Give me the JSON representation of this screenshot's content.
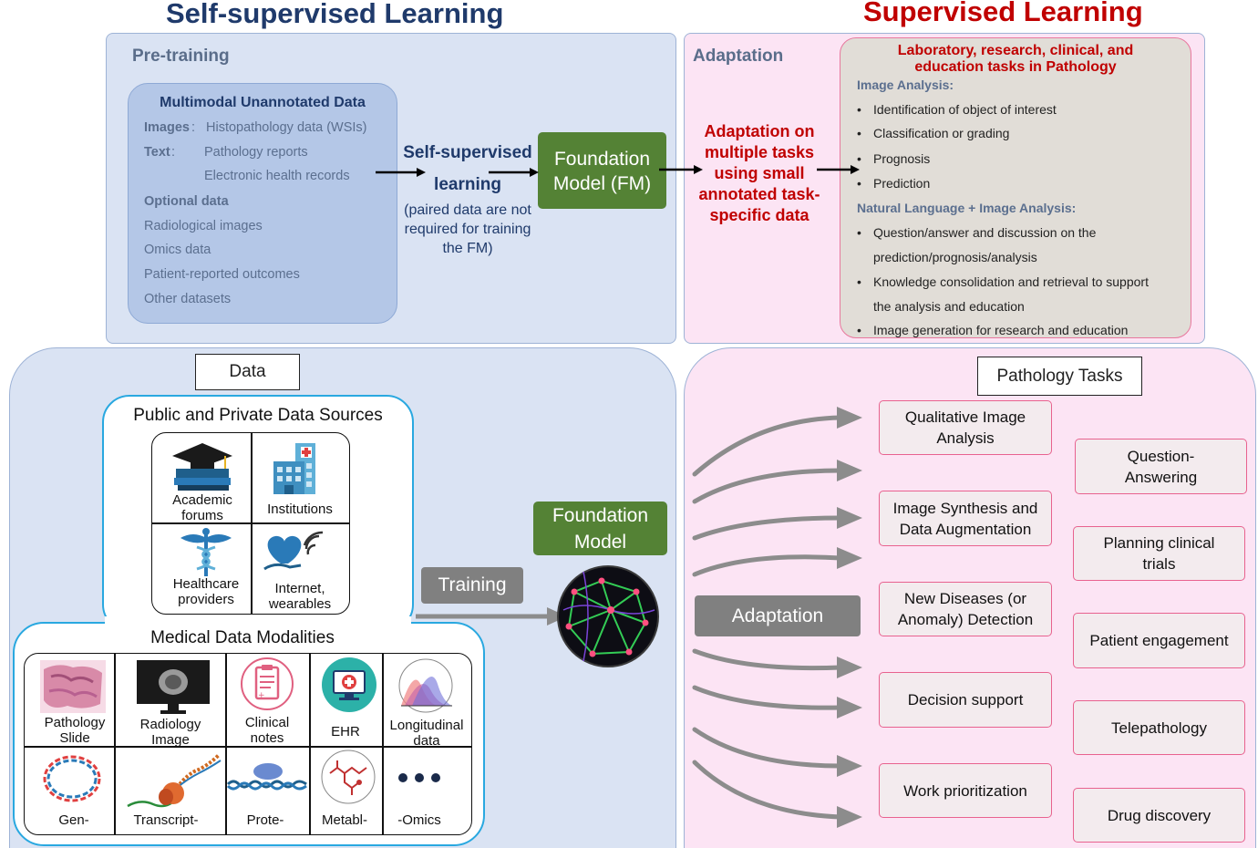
{
  "titles": {
    "self_supervised": "Self-supervised Learning",
    "supervised": "Supervised Learning"
  },
  "pretraining": {
    "label": "Pre-training",
    "multimodal": {
      "title": "Multimodal Unannotated Data",
      "images_key": "Images",
      "images_colon": ":",
      "images_val": "Histopathology data (WSIs)",
      "text_key": "Text",
      "text_colon": ":",
      "text_val1": "Pathology reports",
      "text_val2": "Electronic health records",
      "optional_title": "Optional data",
      "optional_items": [
        "Radiological images",
        "Omics data",
        "Patient-reported outcomes",
        "Other datasets"
      ]
    },
    "ssl_line1": "Self-supervised",
    "ssl_line2": "learning",
    "ssl_sub": [
      "(paired data are not",
      "required for training",
      "the FM)"
    ],
    "fm_line1": "Foundation",
    "fm_line2": "Model (FM)"
  },
  "adaptation": {
    "label": "Adaptation",
    "red_text": [
      "Adaptation on",
      "multiple tasks",
      "using small",
      "annotated task-",
      "specific data"
    ],
    "tasks_title": [
      "Laboratory, research, clinical, and",
      "education tasks in Pathology"
    ],
    "image_analysis_head": "Image Analysis:",
    "image_analysis_items": [
      "Identification of object of interest",
      "Classification or grading",
      "Prognosis",
      "Prediction"
    ],
    "nl_head": "Natural Language + Image Analysis:",
    "nl_items": [
      [
        "Question/answer and discussion on the",
        "prediction/prognosis/analysis"
      ],
      [
        "Knowledge consolidation and retrieval to support",
        "the analysis and education"
      ],
      [
        "Image generation for research and education"
      ]
    ],
    "bullet": "•"
  },
  "data_section": {
    "label": "Data",
    "sources_title": "Public and Private Data Sources",
    "sources": [
      {
        "line1": "Academic",
        "line2": "forums",
        "icon": "graduation-cap-icon"
      },
      {
        "line1": "Institutions",
        "line2": "",
        "icon": "hospital-building-icon"
      },
      {
        "line1": "Healthcare",
        "line2": "providers",
        "icon": "caduceus-icon"
      },
      {
        "line1": "Internet,",
        "line2": "wearables",
        "icon": "heart-wifi-icon"
      }
    ],
    "modalities_title": "Medical Data Modalities",
    "modalities_row1": [
      {
        "line1": "Pathology",
        "line2": "Slide",
        "icon": "pathology-slide-icon"
      },
      {
        "line1": "Radiology",
        "line2": "Image",
        "icon": "brain-scan-monitor-icon"
      },
      {
        "line1": "Clinical",
        "line2": "notes",
        "icon": "clipboard-icon"
      },
      {
        "line1": "EHR",
        "line2": "",
        "icon": "ehr-monitor-icon"
      },
      {
        "line1": "Longitudinal",
        "line2": "data",
        "icon": "distribution-curves-icon"
      }
    ],
    "modalities_row2": [
      {
        "label": "Gen-",
        "icon": "dna-ring-icon"
      },
      {
        "label": "Transcript-",
        "icon": "rna-polymerase-icon"
      },
      {
        "label": "Prote-",
        "icon": "protein-icon"
      },
      {
        "label": "Metabl-",
        "icon": "metabolite-icon"
      },
      {
        "label": "-Omics",
        "icon": "ellipsis-icon"
      }
    ],
    "training_label": "Training",
    "fm_line1": "Foundation",
    "fm_line2": "Model"
  },
  "tasks_section": {
    "label": "Pathology Tasks",
    "adaptation_label": "Adaptation",
    "left_tasks": [
      [
        "Qualitative Image",
        "Analysis"
      ],
      [
        "Image Synthesis and",
        "Data Augmentation"
      ],
      [
        "New Diseases (or",
        "Anomaly) Detection"
      ],
      [
        "Decision support"
      ],
      [
        "Work prioritization"
      ]
    ],
    "right_tasks": [
      [
        "Question-",
        "Answering"
      ],
      [
        "Planning clinical",
        "trials"
      ],
      [
        "Patient engagement"
      ],
      [
        "Telepathology"
      ],
      [
        "Drug discovery"
      ]
    ]
  },
  "colors": {
    "blue_panel": "#dae3f3",
    "pink_panel": "#fce4f4",
    "fm_green": "#548235",
    "accent_red": "#c00000",
    "navy": "#1f3a6b",
    "cyan_border": "#29a8e0",
    "pink_border": "#e8628f"
  }
}
